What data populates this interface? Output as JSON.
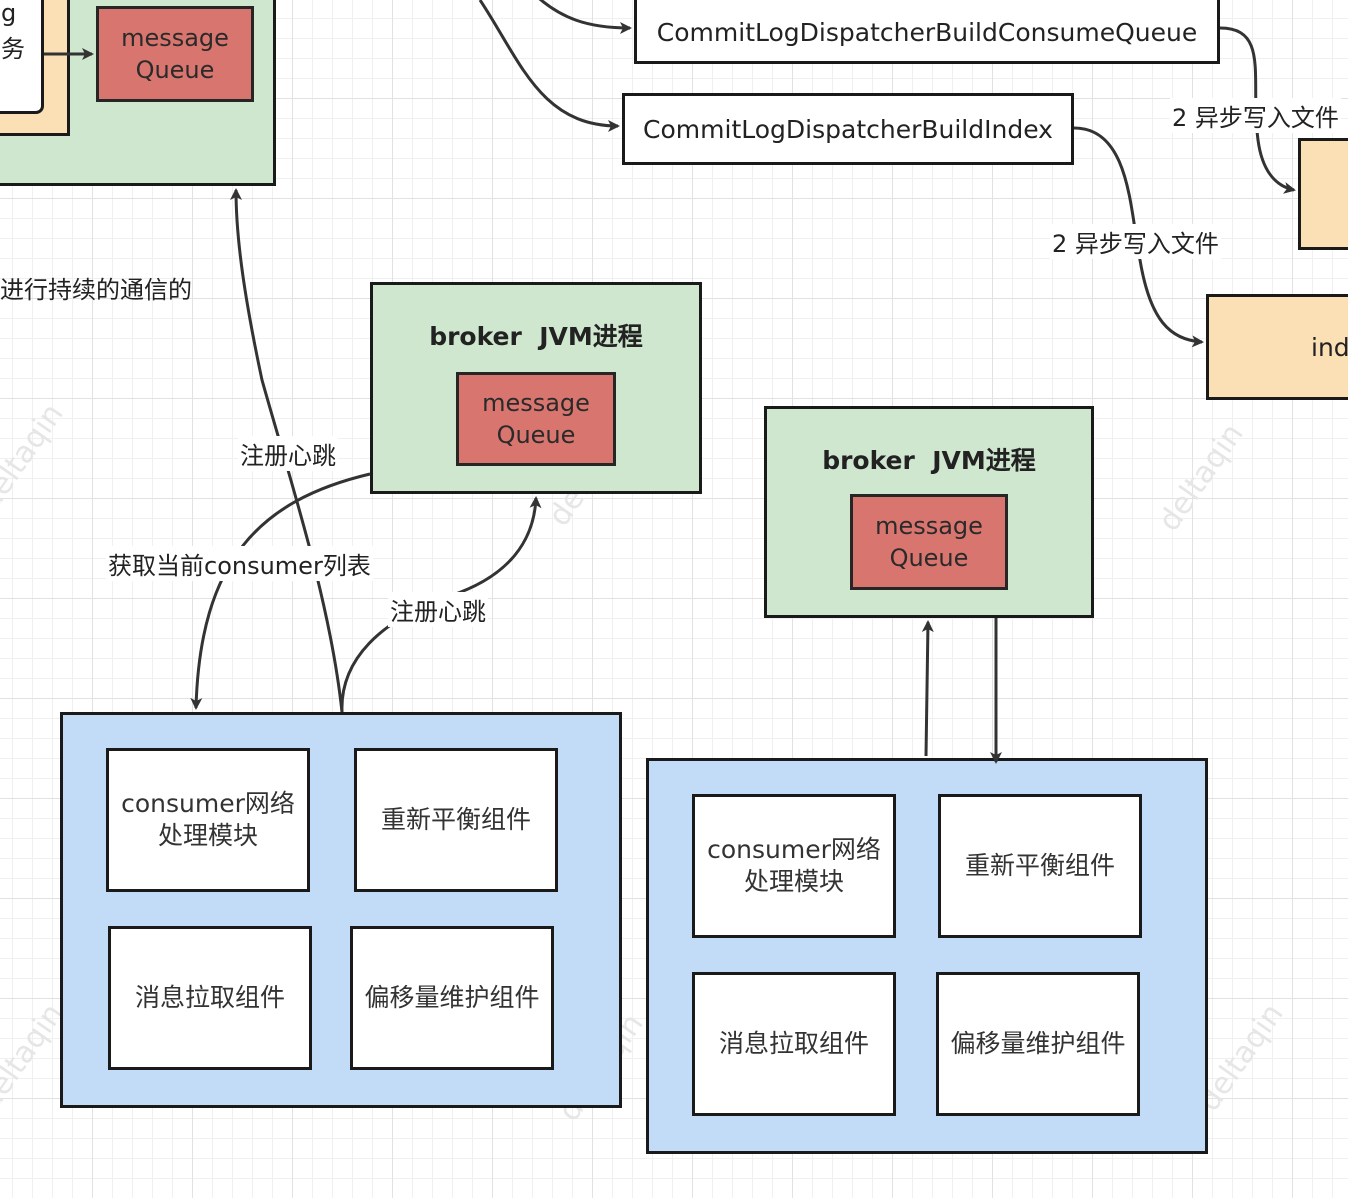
{
  "top_left": {
    "partial_text_top": "g",
    "partial_text_bottom": "务",
    "queue": "message\nQueue"
  },
  "dispatchers": {
    "consume_queue": "CommitLogDispatcherBuildConsumeQueue",
    "index": "CommitLogDispatcherBuildIndex"
  },
  "index_box_partial": "ind",
  "edge_labels": {
    "async_write_1": "2 异步写入文件",
    "async_write_2": "2 异步写入文件",
    "continuous_comm": "进行持续的通信的",
    "register_heartbeat_1": "注册心跳",
    "register_heartbeat_2": "注册心跳",
    "get_consumer_list": "获取当前consumer列表"
  },
  "broker1": {
    "title": "broker  JVM进程",
    "queue": "message\nQueue"
  },
  "broker2": {
    "title": "broker  JVM进程",
    "queue": "message\nQueue"
  },
  "consumer1": {
    "network": "consumer网络处理模块",
    "rebalance": "重新平衡组件",
    "pull": "消息拉取组件",
    "offset": "偏移量维护组件"
  },
  "consumer2": {
    "network": "consumer网络处理模块",
    "rebalance": "重新平衡组件",
    "pull": "消息拉取组件",
    "offset": "偏移量维护组件"
  },
  "watermark": "deltaqin",
  "colors": {
    "broker_fill": "#cfe6cf",
    "queue_fill": "#d9756f",
    "consumer_fill": "#c2dcf7",
    "file_fill": "#fae0b4"
  }
}
